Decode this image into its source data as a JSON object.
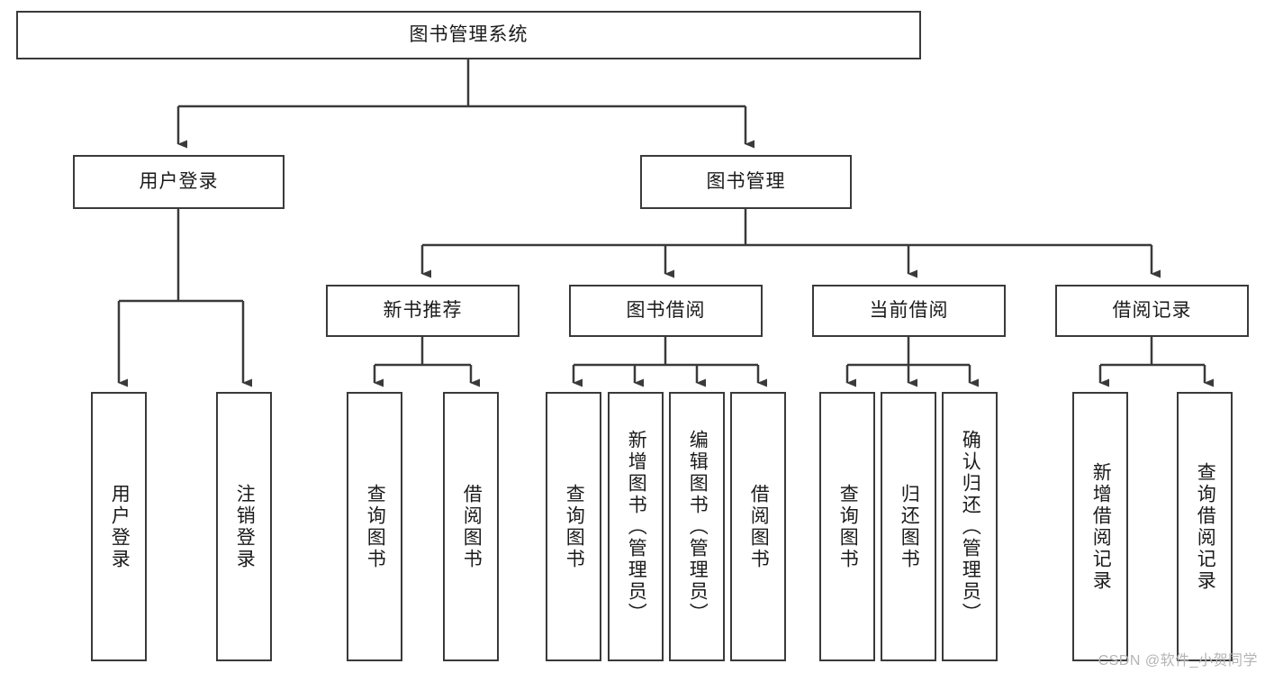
{
  "diagram": {
    "type": "tree-hierarchy",
    "title": "图书管理系统",
    "root": {
      "id": "root",
      "label": "图书管理系统",
      "orientation": "horizontal"
    },
    "level2": [
      {
        "id": "user-login",
        "label": "用户登录",
        "orientation": "horizontal"
      },
      {
        "id": "book-manage",
        "label": "图书管理",
        "orientation": "horizontal"
      }
    ],
    "level3": [
      {
        "id": "new-book-rec",
        "label": "新书推荐",
        "orientation": "horizontal",
        "parent": "book-manage"
      },
      {
        "id": "book-borrow",
        "label": "图书借阅",
        "orientation": "horizontal",
        "parent": "book-manage"
      },
      {
        "id": "current-borrow",
        "label": "当前借阅",
        "orientation": "horizontal",
        "parent": "book-manage"
      },
      {
        "id": "borrow-record",
        "label": "借阅记录",
        "orientation": "horizontal",
        "parent": "book-manage"
      }
    ],
    "leaves": {
      "user_login": [
        {
          "id": "leaf-user-login",
          "label": "用户登录"
        },
        {
          "id": "leaf-logout",
          "label": "注销登录"
        }
      ],
      "new_book_rec": [
        {
          "id": "leaf-query-book-1",
          "label": "查询图书"
        },
        {
          "id": "leaf-borrow-book-1",
          "label": "借阅图书"
        }
      ],
      "book_borrow": [
        {
          "id": "leaf-query-book-2",
          "label": "查询图书"
        },
        {
          "id": "leaf-add-book",
          "label": "新增图书（管理员）"
        },
        {
          "id": "leaf-edit-book",
          "label": "编辑图书（管理员）"
        },
        {
          "id": "leaf-borrow-book-2",
          "label": "借阅图书"
        }
      ],
      "current_borrow": [
        {
          "id": "leaf-query-book-3",
          "label": "查询图书"
        },
        {
          "id": "leaf-return-book",
          "label": "归还图书"
        },
        {
          "id": "leaf-confirm-return",
          "label": "确认归还（管理员）"
        }
      ],
      "borrow_record": [
        {
          "id": "leaf-add-record",
          "label": "新增借阅记录"
        },
        {
          "id": "leaf-query-record",
          "label": "查询借阅记录"
        }
      ]
    }
  },
  "watermark": {
    "text": "CSDN @软件_小贺同学"
  },
  "colors": {
    "stroke": "#3a3a3a",
    "fill": "#ffffff",
    "text": "#1b1b1b",
    "watermark": "#b4b4b4"
  }
}
